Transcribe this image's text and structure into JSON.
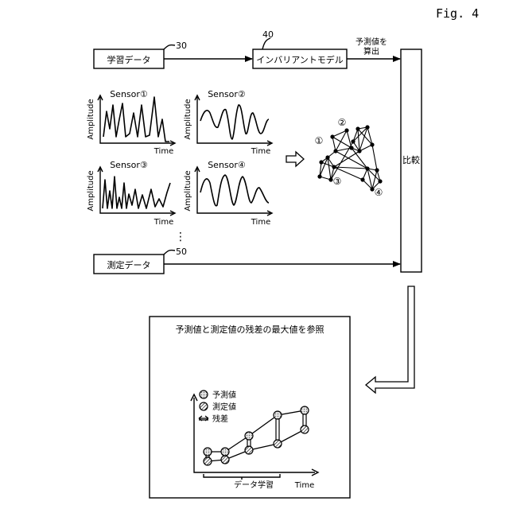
{
  "figure_label": "Fig. 4",
  "boxes": {
    "training_data": {
      "label": "学習データ",
      "ref": "30"
    },
    "invariant_model": {
      "label": "インバリアントモデル",
      "ref": "40"
    },
    "measured_data": {
      "label": "測定データ",
      "ref": "50"
    },
    "compare": {
      "label": "比較"
    }
  },
  "predict_label_line1": "予測値を",
  "predict_label_line2": "算出",
  "sensors": [
    {
      "title": "Sensor①",
      "ylabel": "Amplitude",
      "xlabel": "Time"
    },
    {
      "title": "Sensor②",
      "ylabel": "Amplitude",
      "xlabel": "Time"
    },
    {
      "title": "Sensor③",
      "ylabel": "Amplitude",
      "xlabel": "Time"
    },
    {
      "title": "Sensor④",
      "ylabel": "Amplitude",
      "xlabel": "Time"
    }
  ],
  "ellipsis": "⋮",
  "network_labels": [
    "①",
    "②",
    "③",
    "④"
  ],
  "result_box": {
    "title": "予測値と測定値の残差の最大値を参照",
    "legend": {
      "predicted": "予測値",
      "measured": "測定値",
      "residual": "残差"
    },
    "xaxis_label": "データ学習",
    "time_label": "Time"
  }
}
